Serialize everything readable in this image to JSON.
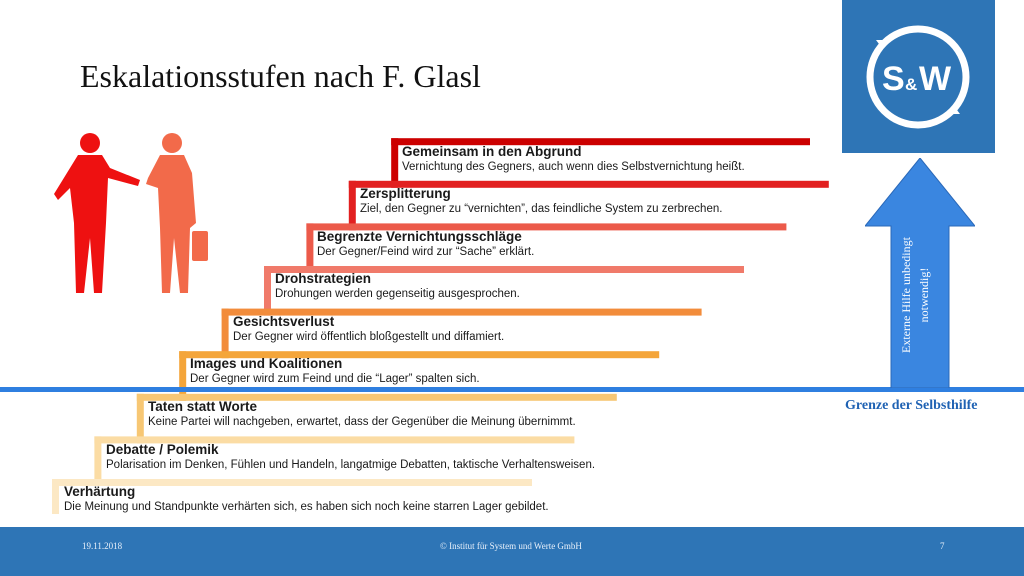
{
  "title": "Eskalationsstufen nach F. Glasl",
  "logo": {
    "text": "S&W",
    "s": "S",
    "amp": "&",
    "w": "W",
    "bg_color": "#2e75b6"
  },
  "steps": [
    {
      "title": "Verhärtung",
      "desc": "Die Meinung und Standpunkte verhärten sich, es haben sich noch keine starren Lager gebildet.",
      "color": "#fce8c4"
    },
    {
      "title": "Debatte / Polemik",
      "desc": "Polarisation im Denken, Fühlen und Handeln, langatmige Debatten, taktische Verhaltensweisen.",
      "color": "#fbdca4"
    },
    {
      "title": "Taten statt Worte",
      "desc": "Keine Partei will nachgeben, erwartet, dass der Gegenüber die Meinung übernimmt.",
      "color": "#f7c774"
    },
    {
      "title": "Images und Koalitionen",
      "desc": "Der Gegner wird zum Feind und die “Lager” spalten sich.",
      "color": "#f4a53a"
    },
    {
      "title": "Gesichtsverlust",
      "desc": "Der Gegner wird öffentlich bloßgestellt und diffamiert.",
      "color": "#f28c3b"
    },
    {
      "title": "Drohstrategien",
      "desc": "Drohungen werden gegenseitig ausgesprochen.",
      "color": "#f07a6a"
    },
    {
      "title": "Begrenzte Vernichtungsschläge",
      "desc": "Der Gegner/Feind wird zur “Sache” erklärt.",
      "color": "#ec5a4a"
    },
    {
      "title": "Zersplitterung",
      "desc": "Ziel, den Gegner zu “vernichten”, das feindliche System zu zerbrechen.",
      "color": "#e22020"
    },
    {
      "title": "Gemeinsam in den Abgrund",
      "desc": "Vernichtung des Gegners, auch wenn dies Selbstvernichtung heißt.",
      "color": "#cc0000"
    }
  ],
  "arrow": {
    "line1": "Externe Hilfe   unbedingt",
    "line2": "notwendig!",
    "color": "#3a86e0"
  },
  "boundary": {
    "label": "Grenze der Selbsthilfe",
    "color": "#2f7fe0"
  },
  "footer": {
    "date": "19.11.2018",
    "copyright": "© Institut für System und Werte GmbH",
    "page": "7"
  },
  "colors": {
    "figure_left": "#ee1111",
    "figure_right": "#f26a4a"
  }
}
